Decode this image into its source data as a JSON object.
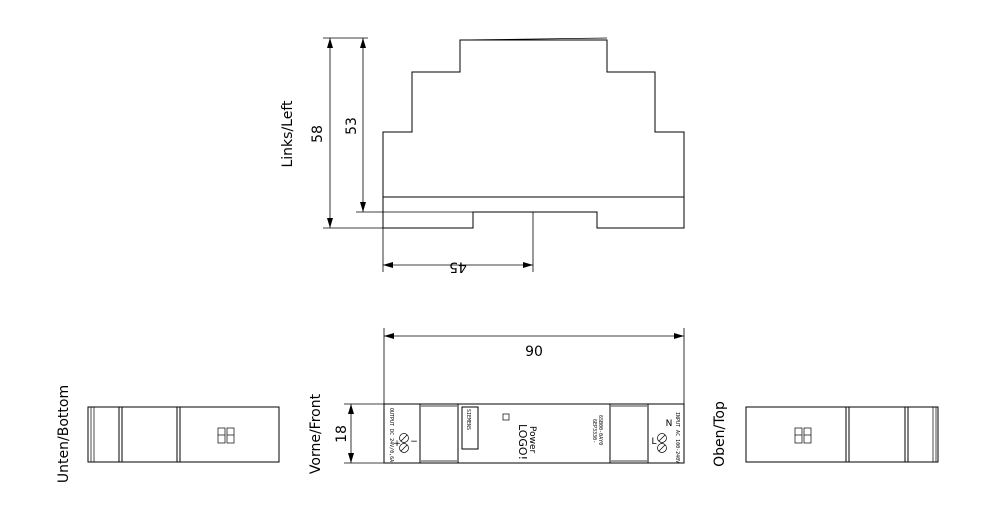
{
  "views": {
    "left_label": "Links/Left",
    "bottom_label": "Unten/Bottom",
    "front_label": "Vorne/Front",
    "top_label": "Oben/Top"
  },
  "dimensions": {
    "height_total": "58",
    "height_body": "53",
    "depth": "45",
    "width": "90",
    "front_height": "18"
  },
  "device": {
    "brand": "SIEMENS",
    "name": "LOGO!",
    "subname": "Power",
    "order_number_1": "6EP3330-",
    "order_number_2": "6SB00-0AY0",
    "output_text": "OUTPUT DC 24V/0,6A",
    "input_text": "INPUT AC 100-240V",
    "term_out_plus": "+",
    "term_out_minus": "−",
    "term_in_L": "L",
    "term_in_N": "N"
  }
}
